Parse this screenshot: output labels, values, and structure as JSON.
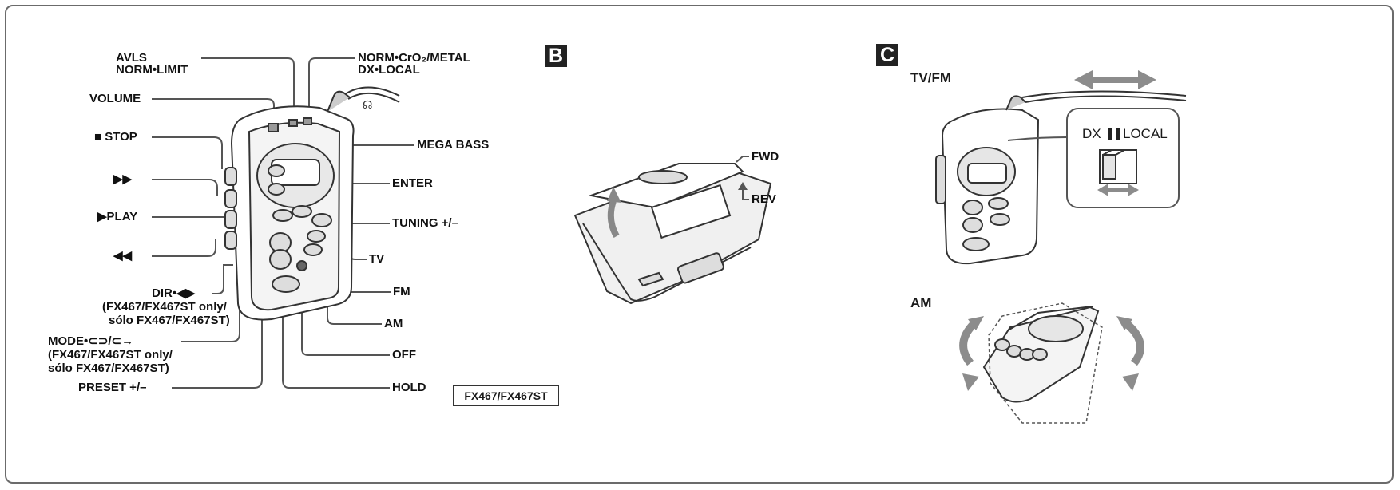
{
  "sectionB": "B",
  "sectionC": "C",
  "labels": {
    "avls": "AVLS",
    "norm_limit": "NORM•LIMIT",
    "norm_cro2": "NORM•CrO₂/METAL",
    "dx_local": "DX•LOCAL",
    "volume": "VOLUME",
    "stop": "■ STOP",
    "ff": "▶▶",
    "play": "▶PLAY",
    "rew": "◀◀",
    "dir": "DIR•◀▶",
    "fx_only_1": "(FX467/FX467ST only/",
    "solo_1": "sólo FX467/FX467ST)",
    "mode": "MODE•⊂⊃/⊂→",
    "fx_only_2": "(FX467/FX467ST only/",
    "solo_2": "sólo FX467/FX467ST)",
    "preset": "PRESET +/–",
    "mega_bass": "MEGA BASS",
    "enter": "ENTER",
    "tuning": "TUNING +/–",
    "tv": "TV",
    "fm": "FM",
    "am": "AM",
    "off": "OFF",
    "hold": "HOLD",
    "model": "FX467/FX467ST",
    "fwd": "FWD",
    "rev": "REV",
    "tvfm": "TV/FM",
    "am_c": "AM",
    "dx": "DX",
    "local": "LOCAL"
  },
  "colors": {
    "line": "#555555",
    "arrow": "#8c8c8c",
    "frame": "#6b6b6b"
  }
}
